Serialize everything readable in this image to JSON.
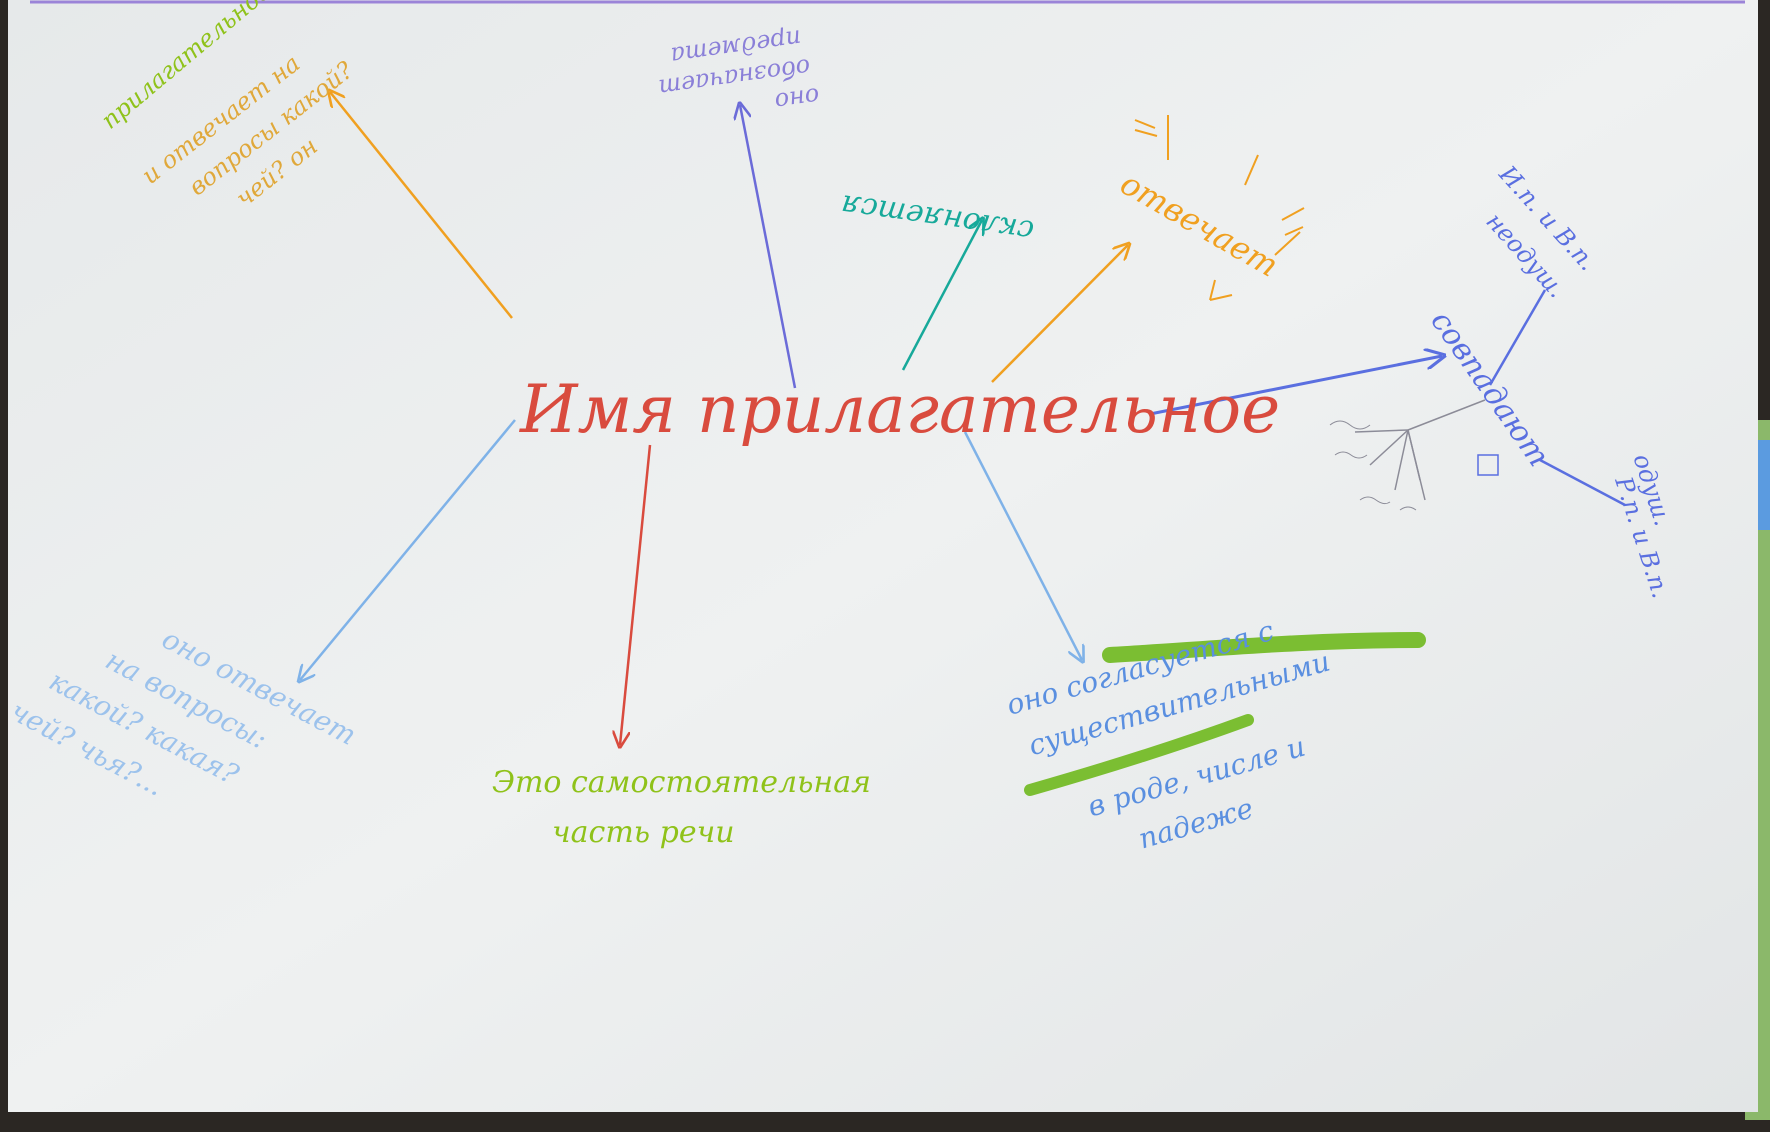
{
  "colors": {
    "paper": "#eceeef",
    "frame_top": "#9b84d8",
    "center": "#d94b3e",
    "orange": "#f0a020",
    "violet": "#6b6bd8",
    "teal": "#17a99a",
    "blue": "#5a6fe0",
    "light_blue": "#7fb2e8",
    "red": "#d94b3e",
    "green": "#8fc21a",
    "grey": "#8c8c98",
    "highlight": "#6fb81d"
  },
  "center": {
    "text": "Имя прилагательное"
  },
  "branches": {
    "upper_left_green": "прилагательное",
    "upper_left_orange_lines": [
      "и отвечает на",
      "вопросы какой?",
      "чей? он"
    ],
    "top_violet_lines": [
      "предмета",
      "обозначает",
      "оно"
    ],
    "teal": "склоняется",
    "orange_tree": "отвечает",
    "blue_tree": {
      "top": "И.п. и В.п.",
      "top2": "неодуш.",
      "main": "совпадают",
      "bottom": "Р.п. и В.п.",
      "bottom2": "одуш."
    },
    "lower_left_blue_lines": [
      "оно отвечает",
      "на вопросы:",
      "какой? какая?",
      "чей? чья?..."
    ],
    "lower_middle_green_lines": [
      "Это самостоятельная",
      "часть речи"
    ],
    "lower_right_blue_lines": [
      "оно согласуется с",
      "существительными",
      "в роде, числе и",
      "падеже"
    ]
  }
}
